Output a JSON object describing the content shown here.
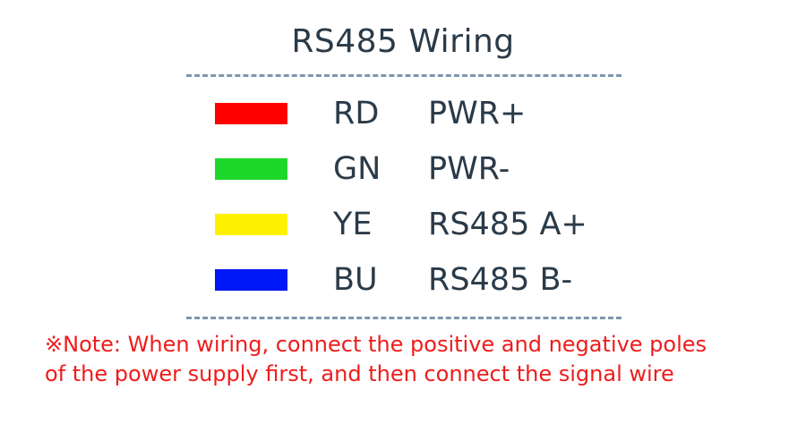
{
  "title": "RS485 Wiring",
  "rows": [
    {
      "color": "#ff0000",
      "color_name": "red",
      "code": "RD",
      "signal": "PWR+"
    },
    {
      "color": "#1ed829",
      "color_name": "green",
      "code": "GN",
      "signal": "PWR-"
    },
    {
      "color": "#fff200",
      "color_name": "yellow",
      "code": "YE",
      "signal": "RS485 A+"
    },
    {
      "color": "#0018f5",
      "color_name": "blue",
      "code": "BU",
      "signal": "RS485 B-"
    }
  ],
  "note": {
    "line1": "※Note: When wiring, connect the positive and negative poles",
    "line2": "of the power supply first, and then connect the signal wire",
    "color": "#ee1c1c"
  }
}
